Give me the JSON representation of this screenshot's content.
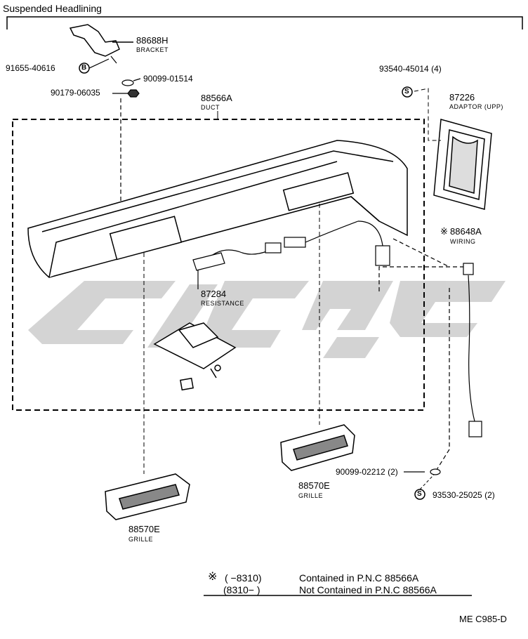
{
  "title": "Suspended Headlining",
  "parts": {
    "bracket": {
      "number": "88688H",
      "name": "BRACKET"
    },
    "bolt": {
      "number": "91655-40616"
    },
    "washer": {
      "number": "90099-01514"
    },
    "nut": {
      "number": "90179-06035"
    },
    "duct": {
      "number": "88566A",
      "name": "DUCT"
    },
    "screw_top": {
      "number": "93540-45014 (4)"
    },
    "adaptor": {
      "number": "87226",
      "name": "ADAPTOR (UPP)"
    },
    "wiring": {
      "number": "88648A",
      "name": "WIRING",
      "mark": "※"
    },
    "resistance": {
      "number": "87284",
      "name": "RESISTANCE"
    },
    "grille_right": {
      "number": "88570E",
      "name": "GRILLE"
    },
    "grille_left": {
      "number": "88570E",
      "name": "GRILLE"
    },
    "clip": {
      "number": "90099-02212 (2)"
    },
    "screw_bottom": {
      "number": "93530-25025 (2)"
    }
  },
  "symbols": {
    "bolt_mark": "B",
    "screw_mark": "S"
  },
  "notes": {
    "mark": "※",
    "line1_range": "(        −8310)",
    "line1_text": "Contained in P.N.C  88566A",
    "line2_range": "(8310−        )",
    "line2_text": "Not Contained in P.N.C  88566A"
  },
  "figure_code": "ME C985-D",
  "watermark_color": "#c8c8c8"
}
